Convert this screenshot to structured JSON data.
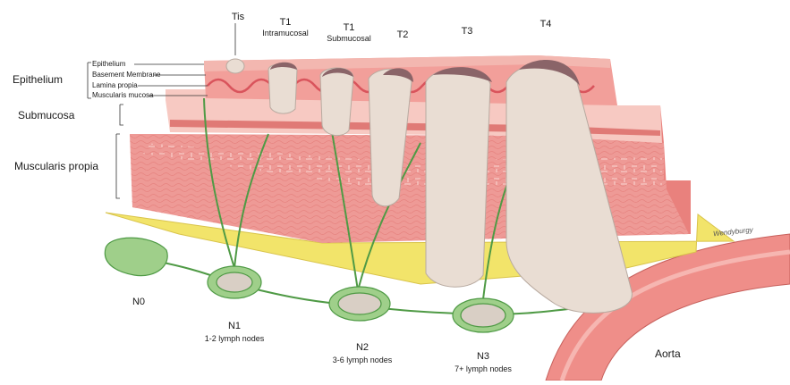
{
  "layers": {
    "epithelium_group": "Epithelium",
    "epithelium": "Epithelium",
    "basement_membrane": "Basement Membrane",
    "lamina_propria": "Lamina propia",
    "muscularis_mucosa": "Muscularis mucosa",
    "submucosa": "Submucosa",
    "muscularis_propria": "Muscularis propia"
  },
  "t_stages": {
    "tis": "Tis",
    "t1_intra": "T1",
    "t1_intra_sub": "Intramucosal",
    "t1_sub": "T1",
    "t1_sub_sub": "Submucosal",
    "t2": "T2",
    "t3": "T3",
    "t4": "T4"
  },
  "n_stages": {
    "n0": "N0",
    "n1": "N1",
    "n1_sub": "1-2 lymph nodes",
    "n2": "N2",
    "n2_sub": "3-6 lymph nodes",
    "n3": "N3",
    "n3_sub": "7+ lymph nodes"
  },
  "aorta": "Aorta",
  "signature": "Wendyburgy",
  "colors": {
    "epithelium": "#f3b7b0",
    "mucosa": "#f29f9a",
    "submucosa": "#f7c9c2",
    "muscle": "#ee9a96",
    "fat": "#f2e46a",
    "tumor": "#e9ddd3",
    "tumor_dark": "#8a6468",
    "node": "#9fcf8a",
    "vessel": "#4f9a45",
    "aorta": "#ef8e89"
  }
}
